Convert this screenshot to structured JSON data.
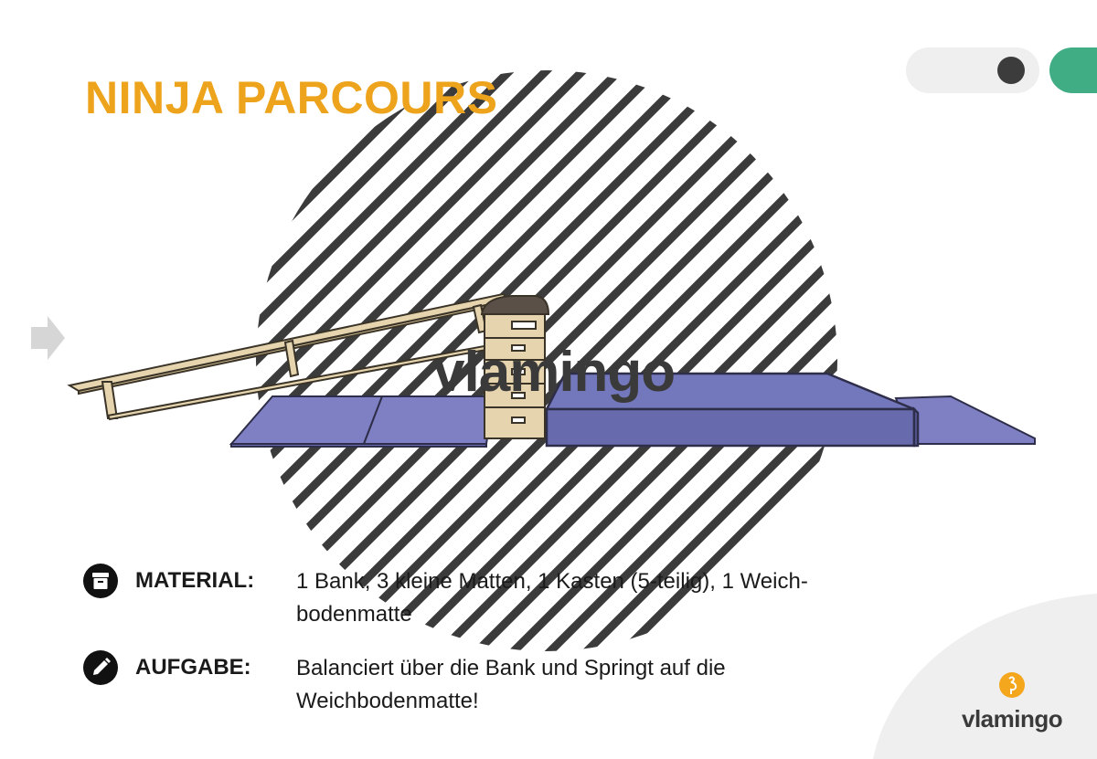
{
  "title": "NINJA PARCOURS",
  "watermark": "vlamingo",
  "material": {
    "label": "MATERIAL:",
    "text": "1 Bank, 3 kleine Matten, 1 Kasten (5-teilig), 1 Weich-bodenmatte"
  },
  "task": {
    "label": "AUFGABE:",
    "text": "Balanciert über die Bank und Springt auf die Weichbodenmatte!"
  },
  "brand": {
    "name": "vlamingo"
  },
  "colors": {
    "title": "#eda31b",
    "accent_green": "#41ad85",
    "mat_blue": "#7f7fc4",
    "soft_mat": "#6f73b5",
    "wood": "#e6d4ae",
    "brand_orange": "#f4a61c"
  },
  "icons": [
    "archive-box-icon",
    "pencil-icon",
    "arrow-right-icon",
    "flamingo-logo-icon"
  ]
}
